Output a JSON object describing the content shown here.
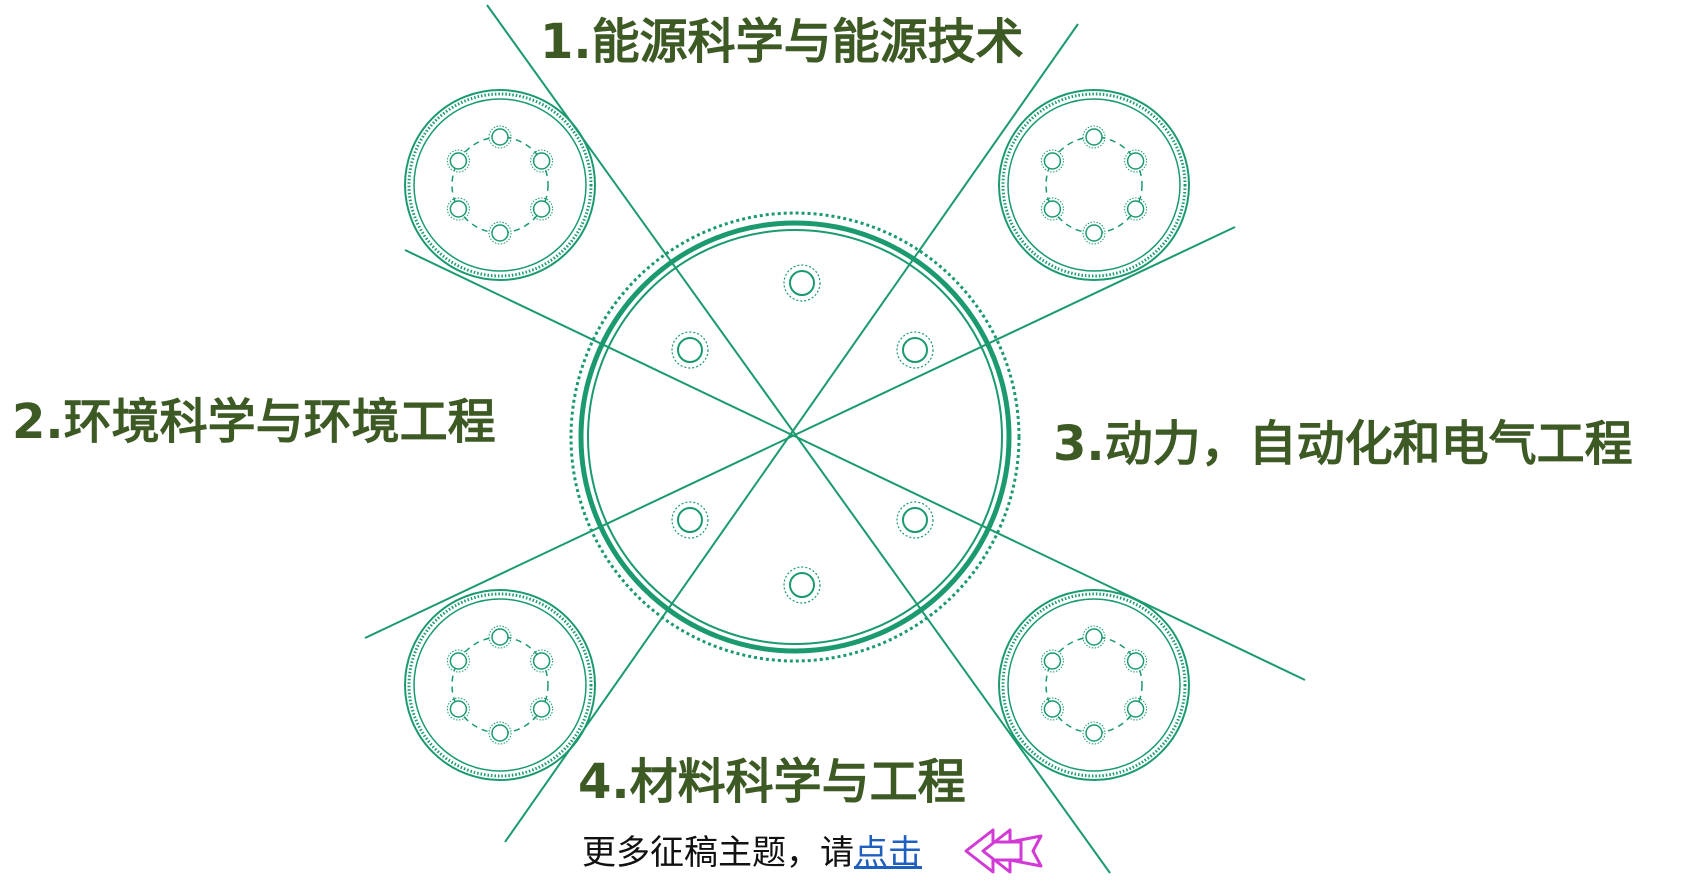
{
  "topics": [
    {
      "label": "1.能源科学与能源技术"
    },
    {
      "label": "2.环境科学与环境工程"
    },
    {
      "label": "3.动力，自动化和电气工程"
    },
    {
      "label": "4.材料科学与工程"
    }
  ],
  "footer": {
    "text": "更多征稿主题，请",
    "link": "点击"
  },
  "colors": {
    "line": "#1a9a6e",
    "topic_text": "#3d5a24",
    "link": "#1f5fbf",
    "arrow": "#d23ad6"
  },
  "icons": {
    "arrow": "double-arrow-left-icon"
  }
}
